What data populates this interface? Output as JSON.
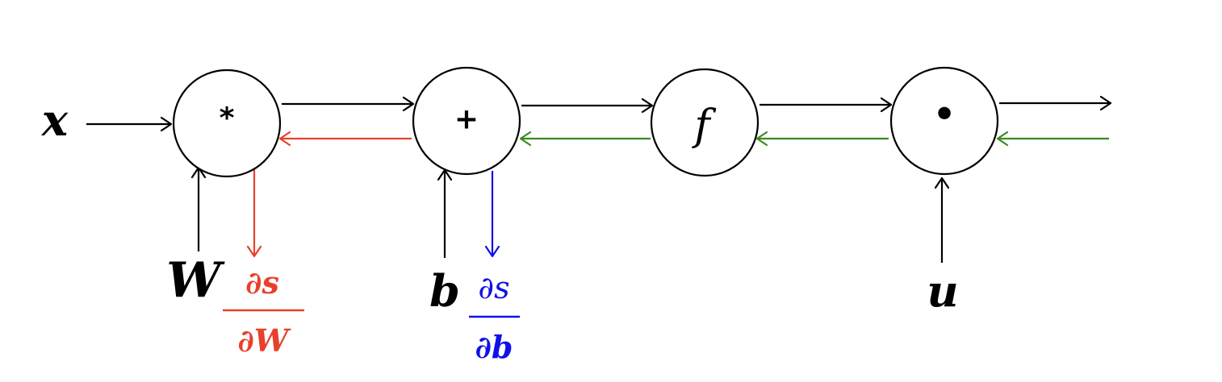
{
  "nodes": {
    "multiply": {
      "symbol": "*"
    },
    "add": {
      "symbol": "+"
    },
    "f": {
      "symbol": "f"
    },
    "dot": {
      "symbol": "•"
    }
  },
  "inputs": {
    "x": "x",
    "W": "W",
    "b": "b",
    "u": "u"
  },
  "gradients": {
    "dW": {
      "numerator": "∂s",
      "denominator": "∂W",
      "color": "#e8402b"
    },
    "db": {
      "numerator": "∂s",
      "denominator": "∂b",
      "color": "#1010e8"
    }
  },
  "colors": {
    "forward": "#000000",
    "backward_red": "#e8402b",
    "backward_green": "#3a8a1e",
    "gradient_blue": "#1010e8"
  }
}
